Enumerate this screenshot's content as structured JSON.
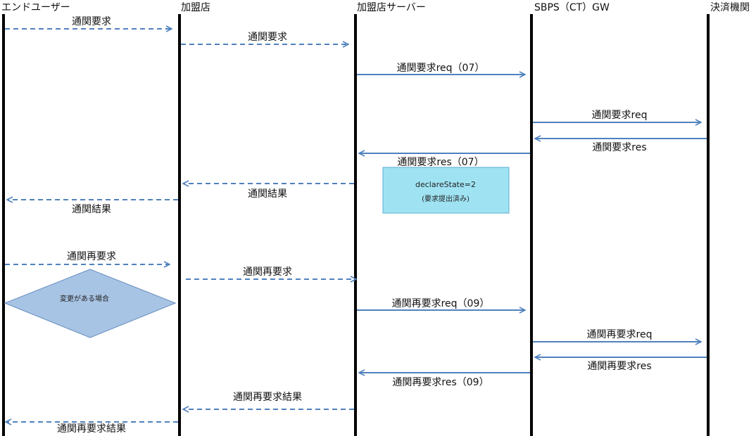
{
  "headers": {
    "end_user": "エンドユーザー",
    "merchant": "加盟店",
    "merchant_server": "加盟店サーバー",
    "sbps_gw": "SBPS（CT）GW",
    "settlement": "決済機関"
  },
  "messages": {
    "m1": "通関要求",
    "m2": "通関要求",
    "m3": "通関要求req（07）",
    "m4": "通関要求req",
    "m5": "通関要求res",
    "m6": "通関要求res（07）",
    "m7": "通関結果",
    "m8": "通関結果",
    "m9": "通関再要求",
    "m10": "通関再要求",
    "m11": "通関再要求req（09）",
    "m12": "通関再要求req",
    "m13": "通関再要求res",
    "m14": "通関再要求res（09）",
    "m15": "通関再要求結果",
    "m16": "通関再要求結果"
  },
  "note": {
    "line1": "declareState=2",
    "line2": "(要求提出済み)"
  },
  "decision": "変更がある場合",
  "colors": {
    "arrow": "#4f81bd",
    "lifeline": "#000000",
    "note_fill": "#9fe3f3",
    "note_stroke": "#5aaed0",
    "diamond_fill": "#a8c4e4",
    "diamond_stroke": "#6f94c4"
  }
}
